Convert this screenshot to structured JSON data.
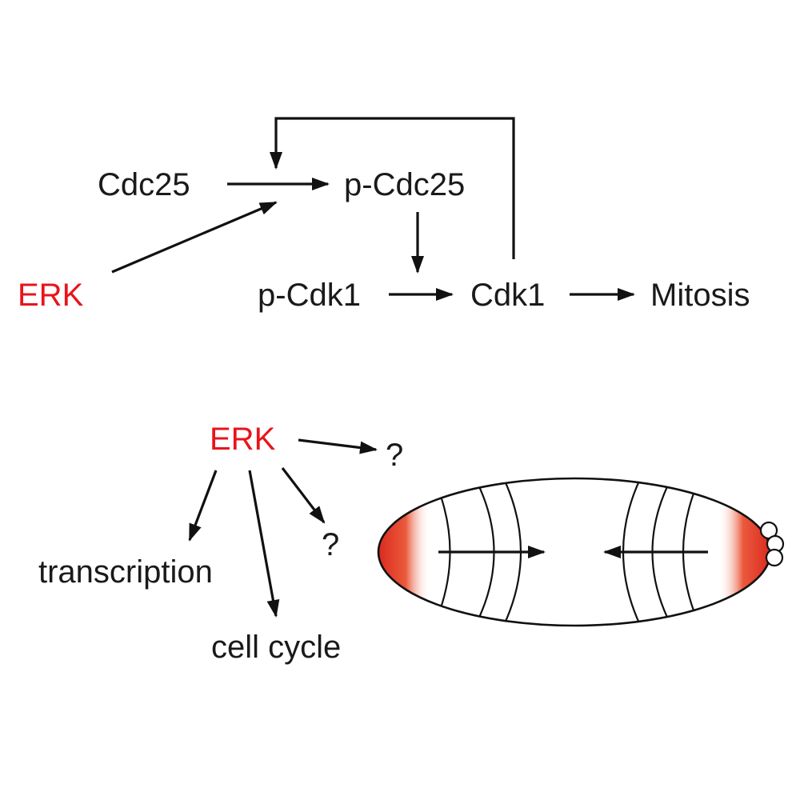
{
  "nodes": {
    "cdc25": "Cdc25",
    "p_cdc25": "p-Cdc25",
    "erk_top": "ERK",
    "p_cdk1": "p-Cdk1",
    "cdk1": "Cdk1",
    "mitosis": "Mitosis",
    "erk_bottom": "ERK",
    "unknown_1": "?",
    "unknown_2": "?",
    "transcription": "transcription",
    "cell_cycle": "cell cycle"
  },
  "colors": {
    "erk": "#e8141b",
    "text": "#1a1a1a",
    "lines": "#111111",
    "terminal_gradient": "#d9261c"
  },
  "edges": [
    {
      "from": "Cdc25",
      "to": "p-Cdc25"
    },
    {
      "from": "ERK",
      "to": "Cdc25 → p-Cdc25"
    },
    {
      "from": "p-Cdc25",
      "to": "p-Cdk1 → Cdk1"
    },
    {
      "from": "p-Cdk1",
      "to": "Cdk1"
    },
    {
      "from": "Cdk1",
      "to": "Mitosis"
    },
    {
      "from": "Cdk1",
      "to": "Cdc25 → p-Cdc25",
      "kind": "feedback"
    },
    {
      "from": "ERK",
      "to": "?"
    },
    {
      "from": "ERK",
      "to": "?"
    },
    {
      "from": "ERK",
      "to": "transcription"
    },
    {
      "from": "ERK",
      "to": "cell cycle"
    }
  ]
}
